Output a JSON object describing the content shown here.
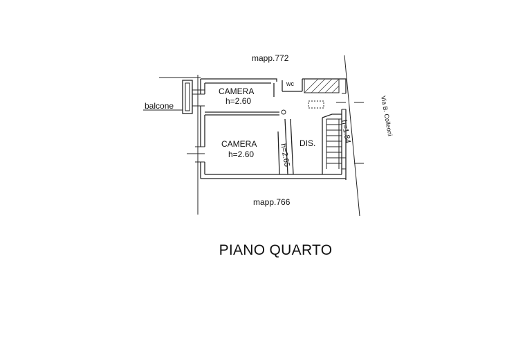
{
  "labels": {
    "north_parcel": "mapp.772",
    "south_parcel": "mapp.766",
    "street": "Via B. Colleoni",
    "balcony": "balcone",
    "room1_name": "CAMERA",
    "room1_height": "h=2.60",
    "room2_name": "CAMERA",
    "room2_height": "h=2.60",
    "wc": "wc",
    "hall": "DIS.",
    "hall_height": "h=2.65",
    "stair_height": "h=1.84"
  },
  "floor_title": "PIANO QUARTO",
  "colors": {
    "line": "#222222",
    "text": "#111111",
    "background": "#ffffff"
  }
}
